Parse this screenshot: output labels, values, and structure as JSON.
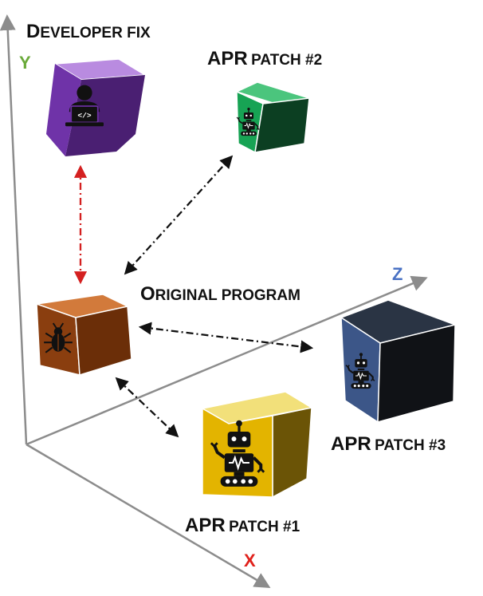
{
  "axes": {
    "x": {
      "label": "X",
      "color": "#e0211b"
    },
    "y": {
      "label": "Y",
      "color": "#6aaa3a"
    },
    "z": {
      "label": "Z",
      "color": "#4a72c4"
    }
  },
  "nodes": {
    "developer_fix": {
      "label_lead": "D",
      "label_rest": "EVELOPER FIX",
      "color": "#6a2fa0",
      "icon": "developer-laptop-icon"
    },
    "apr_patch_2": {
      "label_lead": "APR",
      "label_rest": "PATCH #2",
      "color": "#17a354",
      "icon": "robot-icon"
    },
    "original_program": {
      "label_lead": "O",
      "label_rest": "RIGINAL PROGRAM",
      "color": "#8a3e0f",
      "icon": "bug-icon"
    },
    "apr_patch_3": {
      "label_lead": "APR",
      "label_rest": "PATCH #3",
      "color": "#1c2538",
      "icon": "robot-icon"
    },
    "apr_patch_1": {
      "label_lead": "APR",
      "label_rest": "PATCH #1",
      "color": "#e3b400",
      "icon": "robot-icon"
    }
  },
  "colors": {
    "axis": "#8c8c8c",
    "neutral_arrow": "#111111",
    "developer_arrow": "#d42020"
  }
}
